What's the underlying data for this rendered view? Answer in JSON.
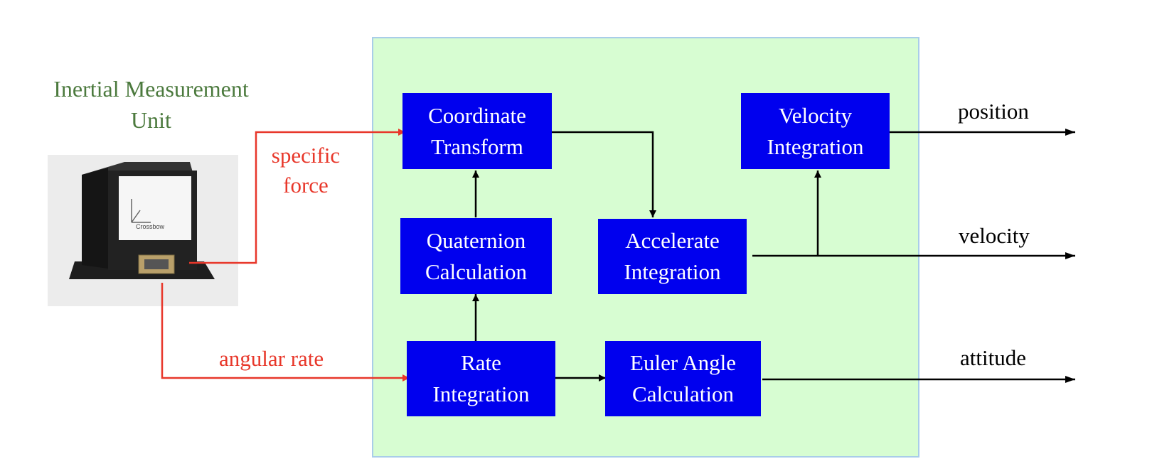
{
  "title": {
    "line1": "Inertial Measurement",
    "line2": "Unit"
  },
  "device": {
    "brand": "Crossbow"
  },
  "inputs": {
    "specific_force": {
      "line1": "specific",
      "line2": "force"
    },
    "angular_rate": "angular rate"
  },
  "blocks": {
    "coordinate_transform": {
      "line1": "Coordinate",
      "line2": "Transform"
    },
    "quaternion_calculation": {
      "line1": "Quaternion",
      "line2": "Calculation"
    },
    "rate_integration": {
      "line1": "Rate",
      "line2": "Integration"
    },
    "accelerate_integration": {
      "line1": "Accelerate",
      "line2": "Integration"
    },
    "velocity_integration": {
      "line1": "Velocity",
      "line2": "Integration"
    },
    "euler_angle_calculation": {
      "line1": "Euler Angle",
      "line2": "Calculation"
    }
  },
  "outputs": {
    "position": "position",
    "velocity": "velocity",
    "attitude": "attitude"
  },
  "colors": {
    "block_fill": "#0000ee",
    "panel_fill": "#d7fdd2",
    "panel_border": "#a9cde9",
    "input_wire": "#e8372a",
    "title_text": "#4c7a3e"
  }
}
